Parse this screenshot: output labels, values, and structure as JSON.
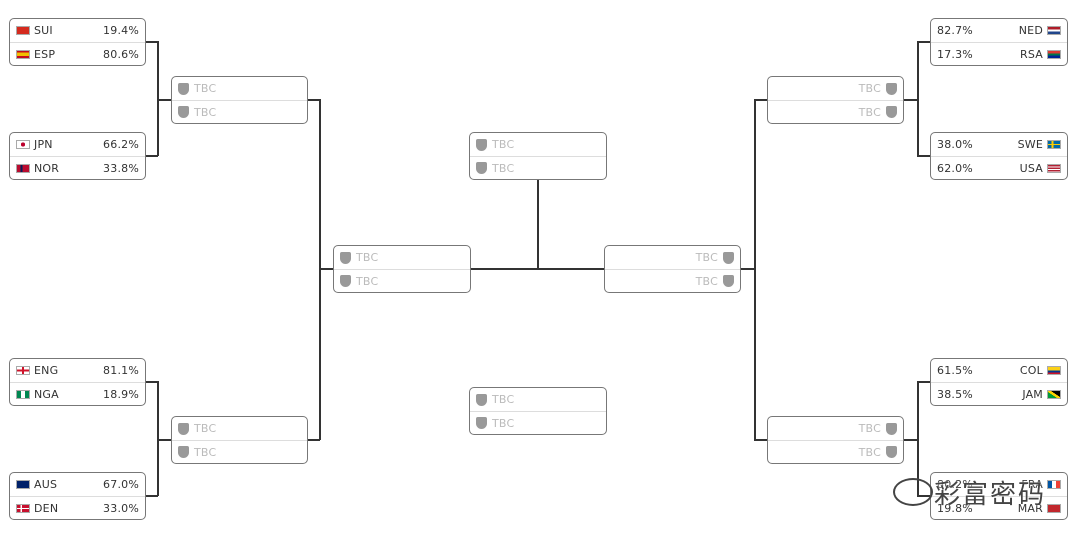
{
  "colors": {
    "line": "#333333",
    "border": "#777777",
    "tbc_text": "#bbbbbb"
  },
  "left_round1": [
    {
      "teams": [
        {
          "name": "SUI",
          "pct": "19.4%",
          "flag": "switzerland-flag-icon",
          "color": "#d52b1e"
        },
        {
          "name": "ESP",
          "pct": "80.6%",
          "flag": "spain-flag-icon",
          "color": "#f1bf00"
        }
      ]
    },
    {
      "teams": [
        {
          "name": "JPN",
          "pct": "66.2%",
          "flag": "japan-flag-icon",
          "color": "#bc002d"
        },
        {
          "name": "NOR",
          "pct": "33.8%",
          "flag": "norway-flag-icon",
          "color": "#ba0c2f"
        }
      ]
    },
    {
      "teams": [
        {
          "name": "ENG",
          "pct": "81.1%",
          "flag": "england-flag-icon",
          "color": "#cf142b"
        },
        {
          "name": "NGA",
          "pct": "18.9%",
          "flag": "nigeria-flag-icon",
          "color": "#008751"
        }
      ]
    },
    {
      "teams": [
        {
          "name": "AUS",
          "pct": "67.0%",
          "flag": "australia-flag-icon",
          "color": "#012169"
        },
        {
          "name": "DEN",
          "pct": "33.0%",
          "flag": "denmark-flag-icon",
          "color": "#c8102e"
        }
      ]
    }
  ],
  "right_round1": [
    {
      "teams": [
        {
          "name": "NED",
          "pct": "82.7%",
          "flag": "netherlands-flag-icon",
          "color": "#ae1c28"
        },
        {
          "name": "RSA",
          "pct": "17.3%",
          "flag": "south-africa-flag-icon",
          "color": "#007749"
        }
      ]
    },
    {
      "teams": [
        {
          "name": "SWE",
          "pct": "38.0%",
          "flag": "sweden-flag-icon",
          "color": "#006aa7"
        },
        {
          "name": "USA",
          "pct": "62.0%",
          "flag": "usa-flag-icon",
          "color": "#b22234"
        }
      ]
    },
    {
      "teams": [
        {
          "name": "COL",
          "pct": "61.5%",
          "flag": "colombia-flag-icon",
          "color": "#fcd116"
        },
        {
          "name": "JAM",
          "pct": "38.5%",
          "flag": "jamaica-flag-icon",
          "color": "#009b3a"
        }
      ]
    },
    {
      "teams": [
        {
          "name": "FRA",
          "pct": "80.2%",
          "flag": "france-flag-icon",
          "color": "#0055a4"
        },
        {
          "name": "MAR",
          "pct": "19.8%",
          "flag": "morocco-flag-icon",
          "color": "#c1272d"
        }
      ]
    }
  ],
  "tbc_label": "TBC",
  "watermark": "彩富密码"
}
